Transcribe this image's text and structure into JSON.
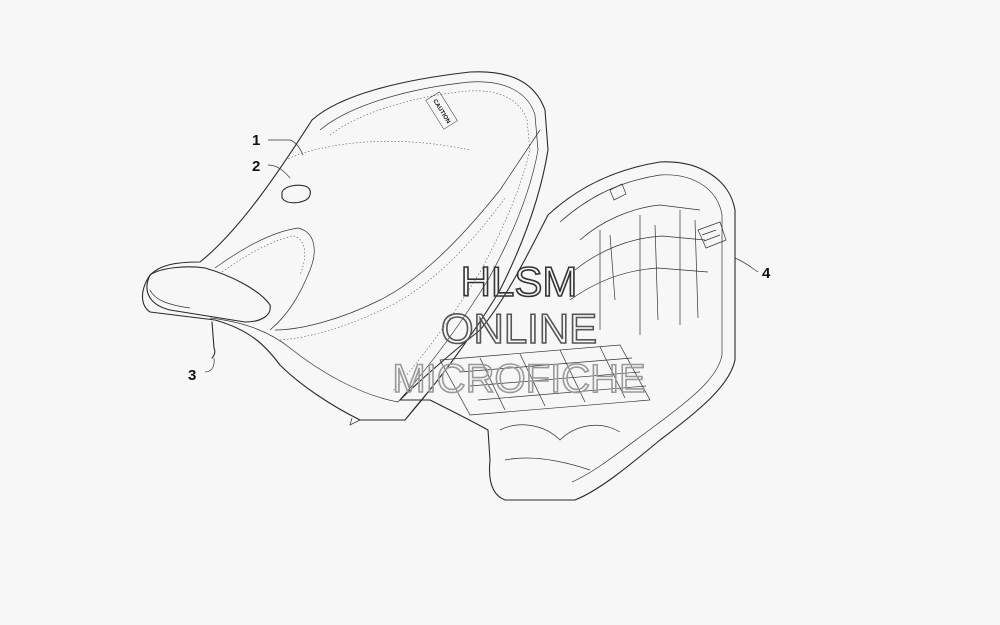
{
  "callouts": [
    "1",
    "2",
    "3",
    "4"
  ],
  "watermark": {
    "line1": "HLSM",
    "line2": "ONLINE",
    "line3": "MICROFICHE"
  },
  "seat_label": "CAUTION",
  "colors": {
    "background": "#f7f7f7",
    "line": "#2a2a2a"
  }
}
